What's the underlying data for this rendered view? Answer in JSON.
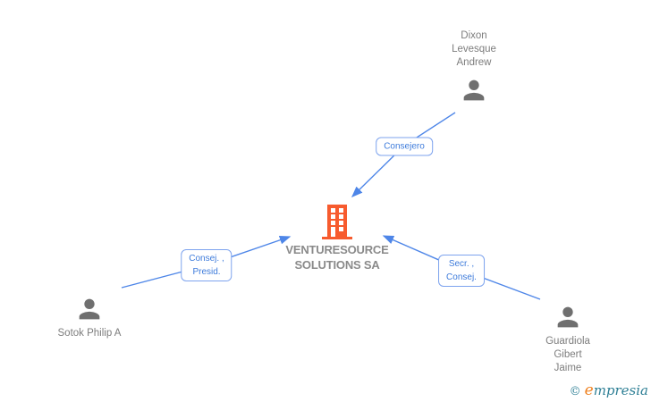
{
  "colors": {
    "edge_blue": "#4e86e8",
    "label_border": "#7da3ee",
    "label_text": "#3d7bdb",
    "person_gray": "#6f6f6f",
    "name_gray": "#7d7d7d",
    "company_gray": "#8a8a8a",
    "building_orange": "#f75b2e",
    "logo_teal": "#2e7f95",
    "logo_orange": "#ef8323"
  },
  "company": {
    "name_lines": [
      "VENTURESOURCE",
      "SOLUTIONS SA"
    ]
  },
  "people": {
    "dixon": {
      "name_lines": [
        "Dixon",
        "Levesque",
        "Andrew"
      ]
    },
    "sotok": {
      "name_lines": [
        "Sotok Philip A"
      ]
    },
    "guardiola": {
      "name_lines": [
        "Guardiola",
        "Gibert",
        "Jaime"
      ]
    }
  },
  "edges": {
    "consejero": {
      "label": "Consejero"
    },
    "consej_presid": {
      "label_lines": [
        "Consej. ,",
        "Presid."
      ]
    },
    "secr_consej": {
      "label_lines": [
        "Secr. ,",
        "Consej."
      ]
    }
  },
  "footer": {
    "copyright": "©",
    "logo_initial": "e",
    "logo_rest": "mpresia"
  }
}
